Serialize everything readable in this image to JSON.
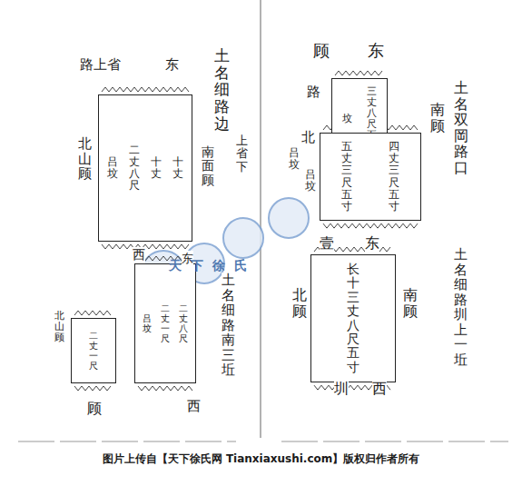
{
  "diagram": {
    "caption": "图片上传自【天下徐氏网 Tianxiaxushi.com】版权归作者所有",
    "nodes": [
      {
        "text": [
          "三丈八尺五寸",
          "坟"
        ]
      },
      {
        "text": [
          "四丈三尺五寸",
          "五丈三尺五寸"
        ]
      },
      {
        "text": [
          "长十三丈八尺五寸"
        ]
      },
      {
        "text": [
          "十丈",
          "十丈",
          "二丈八尺",
          "吕坟"
        ]
      },
      {
        "text": [
          "二丈八尺",
          "二丈一尺",
          "吕坟"
        ]
      },
      {
        "text": [
          "二丈一尺"
        ]
      }
    ],
    "labels": [
      "东",
      "顾",
      "土名双岡路口",
      "路",
      "南顾",
      "北",
      "吕坟",
      "吕坟",
      "壹",
      "东",
      "北顾",
      "南顾",
      "土名细路圳上一坵",
      "圳",
      "西",
      "路上省",
      "东",
      "土名细路边",
      "上省下",
      "南面顾",
      "北山顾",
      "西",
      "土名细路南三坵",
      "东",
      "西",
      "顾",
      "北山顾",
      "天下徐氏"
    ]
  }
}
